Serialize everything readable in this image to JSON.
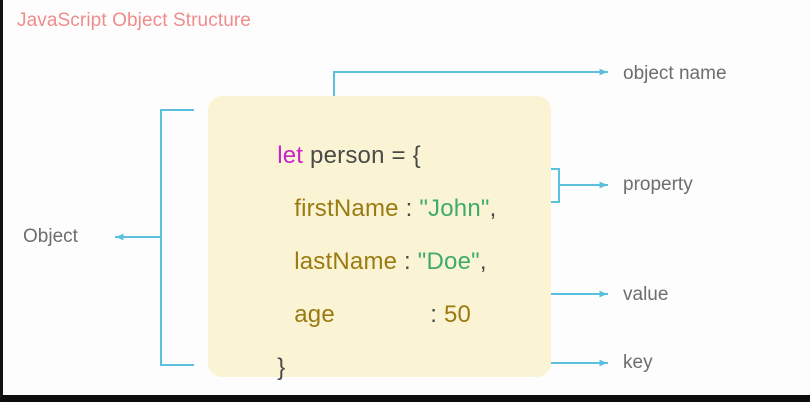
{
  "title": "JavaScript Object Structure",
  "colors": {
    "title": "#ef8c8c",
    "card_background": "#fbf4d4",
    "connector": "#5bc0de",
    "keyword": "#c724c7",
    "key": "#9a7b12",
    "string_value": "#3faa6e",
    "number_value": "#9a7b12",
    "plain_text": "#4a4a48",
    "label_text": "#6d6d6d",
    "page_background": "#fdfdfd"
  },
  "code": {
    "line1": {
      "keyword": "let",
      "rest": " person = {"
    },
    "line2": {
      "key": "firstName",
      "colon": " : ",
      "value": "\"John\"",
      "comma": ","
    },
    "line3": {
      "key": "lastName",
      "colon": " : ",
      "value": "\"Doe\"",
      "comma": ","
    },
    "line4": {
      "key": "age",
      "colon": ": ",
      "value": "50"
    },
    "line5": {
      "close": "}"
    }
  },
  "annotations": {
    "object_name": "object name",
    "property": "property",
    "value": "value",
    "key": "key",
    "object": "Object"
  }
}
